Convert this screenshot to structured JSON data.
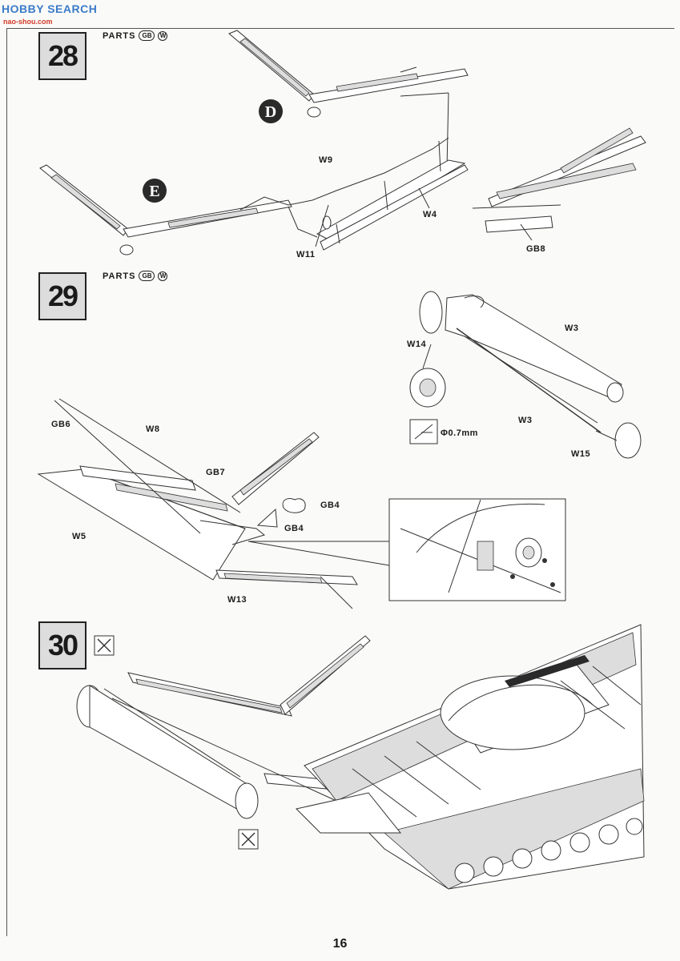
{
  "watermark": {
    "brand": "HOBBY SEARCH",
    "prefix": "",
    "url": "nao-shou.com"
  },
  "steps": [
    {
      "number": "28",
      "parts_label": "PARTS",
      "part_tags": [
        "GB",
        "W"
      ]
    },
    {
      "number": "29",
      "parts_label": "PARTS",
      "part_tags": [
        "GB",
        "W"
      ]
    },
    {
      "number": "30"
    }
  ],
  "step28": {
    "callouts": {
      "d": "D",
      "e": "E"
    },
    "labels": {
      "w9": "W9",
      "w4": "W4",
      "w11": "W11",
      "gb8": "GB8"
    }
  },
  "step29": {
    "labels": {
      "w3a": "W3",
      "w14": "W14",
      "drill": "Φ0.7mm",
      "w3b": "W3",
      "w15": "W15",
      "gb6": "GB6",
      "w8": "W8",
      "gb7": "GB7",
      "gb4a": "GB4",
      "gb4b": "GB4",
      "w5": "W5",
      "w13": "W13"
    }
  },
  "page_number": "16",
  "icons": [
    "no-glue-icon",
    "drill-hole-icon",
    "callout-d-icon",
    "callout-e-icon"
  ]
}
